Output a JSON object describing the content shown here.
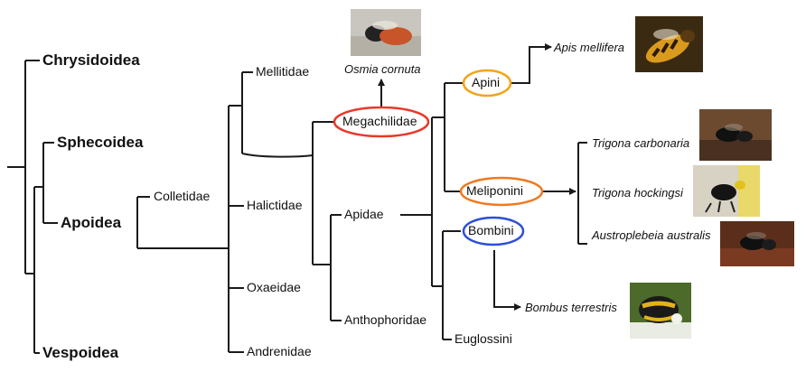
{
  "superfamilies": {
    "chrysidoidea": "Chrysidoidea",
    "sphecoidea": "Sphecoidea",
    "apoidea": "Apoidea",
    "vespoidea": "Vespoidea"
  },
  "families": {
    "colletidae": "Colletidae",
    "mellitidae": "Mellitidae",
    "halictidae": "Halictidae",
    "oxaeidae": "Oxaeidae",
    "andrenidae": "Andrenidae",
    "megachilidae": "Megachilidae",
    "apidae": "Apidae",
    "anthophoridae": "Anthophoridae"
  },
  "tribes": {
    "apini": "Apini",
    "meliponini": "Meliponini",
    "bombini": "Bombini",
    "euglossini": "Euglossini"
  },
  "species": {
    "osmia": "Osmia cornuta",
    "apis": "Apis mellifera",
    "trigona_carbonaria": "Trigona carbonaria",
    "trigona_hockingsi": "Trigona hockingsi",
    "austroplebeia": "Austroplebeia australis",
    "bombus": "Bombus terrestris"
  },
  "colors": {
    "line": "#1a1a1a",
    "megachilidae_oval": "#e8392b",
    "apini_oval": "#f2a41c",
    "meliponini_oval": "#ee7a22",
    "bombini_oval": "#2d4fd6"
  },
  "photos": [
    "osmia-cornuta-photo",
    "apis-mellifera-photo",
    "trigona-carbonaria-photo",
    "trigona-hockingsi-photo",
    "austroplebeia-australis-photo",
    "bombus-terrestris-photo"
  ]
}
